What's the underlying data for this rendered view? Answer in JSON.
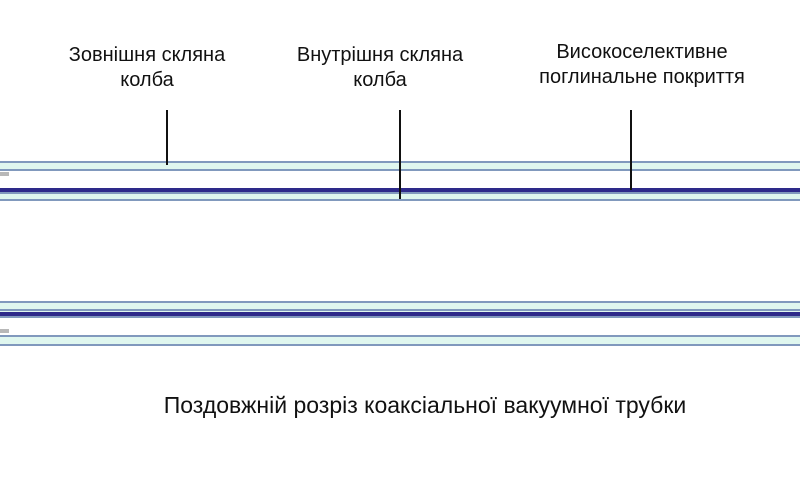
{
  "labels": {
    "outer_glass": [
      "Зовнішня скляна",
      "колба"
    ],
    "inner_glass": [
      "Внутрішня скляна",
      "колба"
    ],
    "coating": [
      "Високоселективне",
      "поглинальне покриття"
    ]
  },
  "caption": "Поздовжній розріз коаксіальної вакуумної трубки",
  "colors": {
    "glass": "#e0f7ef",
    "glass_edge": "#8199bd",
    "coating": "#2e2a8a"
  }
}
